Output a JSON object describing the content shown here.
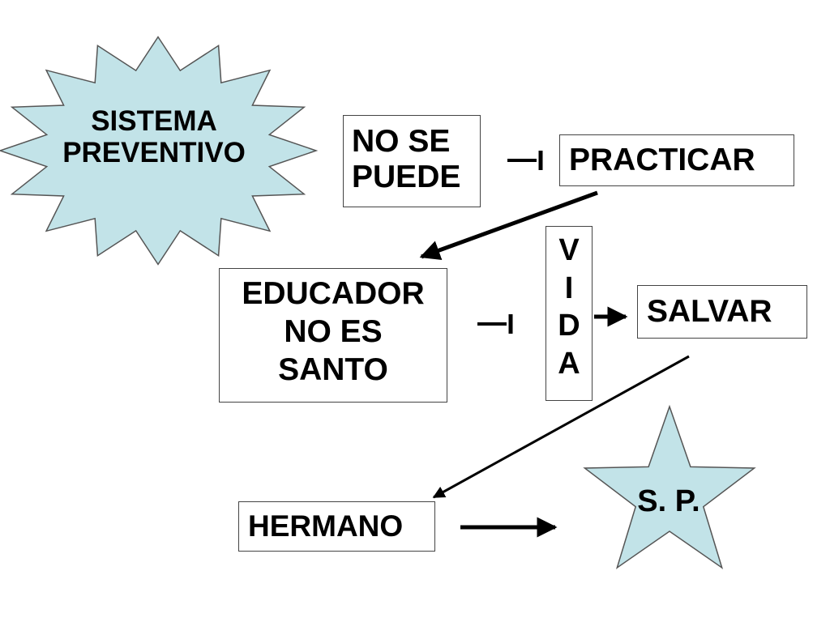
{
  "burst": {
    "line1": "SISTEMA",
    "line2": "PREVENTIVO",
    "fill": "#c2e3e8"
  },
  "nodes": {
    "no_se_puede": {
      "line1": "NO SE",
      "line2": "PUEDE"
    },
    "practicar": {
      "label": "PRACTICAR"
    },
    "educador": {
      "line1": "EDUCADOR",
      "line2": "NO ES",
      "line3": "SANTO"
    },
    "vida": {
      "letters": [
        "V",
        "I",
        "D",
        "A"
      ]
    },
    "salvar": {
      "label": "SALVAR"
    },
    "hermano": {
      "label": "HERMANO"
    }
  },
  "star": {
    "label": "S. P.",
    "fill": "#c2e3e8"
  },
  "colors": {
    "arrow": "#000000",
    "border": "#444444"
  }
}
